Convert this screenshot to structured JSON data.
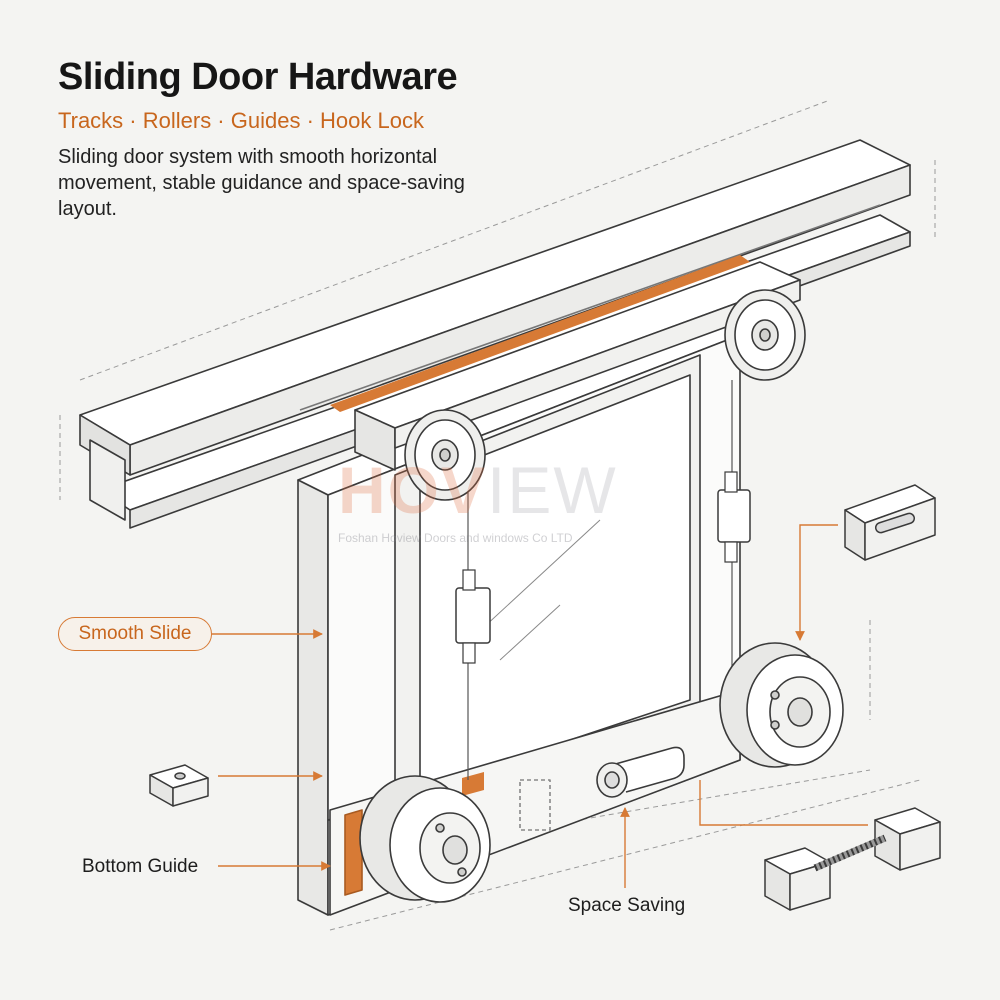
{
  "header": {
    "title": "Sliding Door Hardware",
    "subtitle": "Tracks · Rollers · Guides · Hook Lock",
    "description": "Sliding door system with smooth horizontal movement, stable guidance and space-saving layout."
  },
  "callouts": {
    "smooth_slide": "Smooth Slide",
    "bottom_guide": "Bottom Guide",
    "space_saving": "Space Saving"
  },
  "watermark": {
    "brand_part1": "HOV",
    "brand_part2": "IEW",
    "company": "Foshan Hoview Doors and windows Co LTD"
  },
  "colors": {
    "accent": "#d77a35",
    "line": "#3a3a3a",
    "background": "#f4f4f2"
  }
}
